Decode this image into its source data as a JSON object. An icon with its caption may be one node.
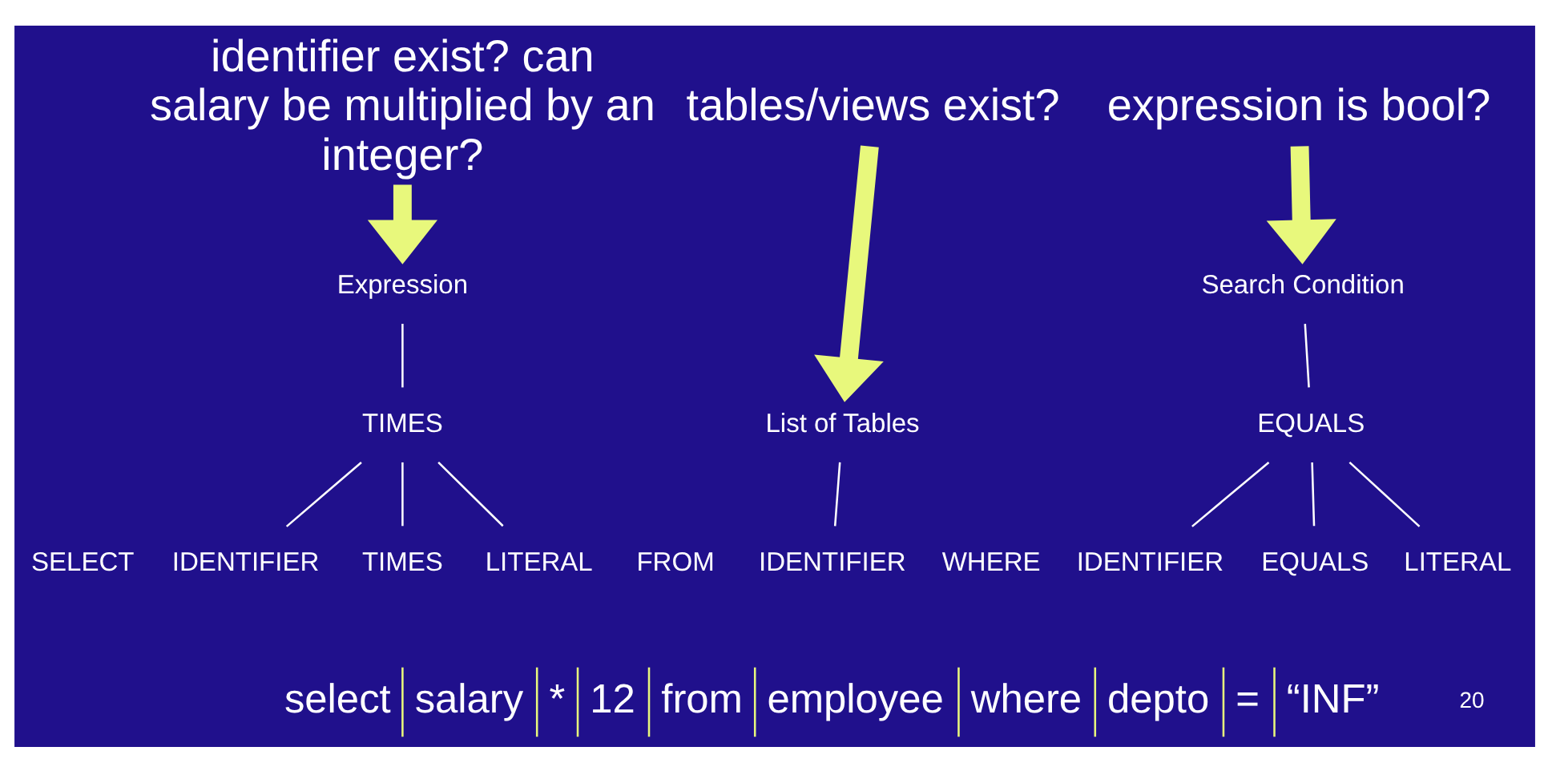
{
  "diagram": {
    "nodes": [
      {
        "text": [
          "identifier exist? can salary be multiplied by an integer?"
        ]
      },
      {
        "text": [
          "tables/views exist?"
        ]
      },
      {
        "text": [
          "expression is bool?"
        ]
      },
      {
        "text": [
          "Expression"
        ]
      },
      {
        "text": [
          "TIMES"
        ]
      },
      {
        "text": [
          "List of Tables"
        ]
      },
      {
        "text": [
          "Search Condition"
        ]
      },
      {
        "text": [
          "EQUALS"
        ]
      },
      {
        "text": [
          "SELECT"
        ]
      },
      {
        "text": [
          "IDENTIFIER"
        ]
      },
      {
        "text": [
          "TIMES"
        ]
      },
      {
        "text": [
          "LITERAL"
        ]
      },
      {
        "text": [
          "FROM"
        ]
      },
      {
        "text": [
          "IDENTIFIER"
        ]
      },
      {
        "text": [
          "WHERE"
        ]
      },
      {
        "text": [
          "IDENTIFIER"
        ]
      },
      {
        "text": [
          "EQUALS"
        ]
      },
      {
        "text": [
          "LITERAL"
        ]
      }
    ],
    "edges": [
      {
        "from": 0,
        "to": 3,
        "arrow": "to",
        "style": "thick",
        "color": "#e8f87c"
      },
      {
        "from": 1,
        "to": 5,
        "arrow": "to",
        "style": "thick",
        "color": "#e8f87c"
      },
      {
        "from": 2,
        "to": 6,
        "arrow": "to",
        "style": "thick",
        "color": "#e8f87c"
      },
      {
        "from": 3,
        "to": 4,
        "arrow": "none"
      },
      {
        "from": 4,
        "to": 9,
        "arrow": "none"
      },
      {
        "from": 4,
        "to": 10,
        "arrow": "none"
      },
      {
        "from": 4,
        "to": 11,
        "arrow": "none"
      },
      {
        "from": 5,
        "to": 13,
        "arrow": "none"
      },
      {
        "from": 6,
        "to": 7,
        "arrow": "none"
      },
      {
        "from": 7,
        "to": 15,
        "arrow": "none"
      },
      {
        "from": 7,
        "to": 16,
        "arrow": "none"
      },
      {
        "from": 7,
        "to": 17,
        "arrow": "none"
      }
    ],
    "labels": [
      "select",
      "salary",
      "*",
      "12",
      "from",
      "employee",
      "where",
      "depto",
      "=",
      "“INF”",
      "20"
    ]
  }
}
